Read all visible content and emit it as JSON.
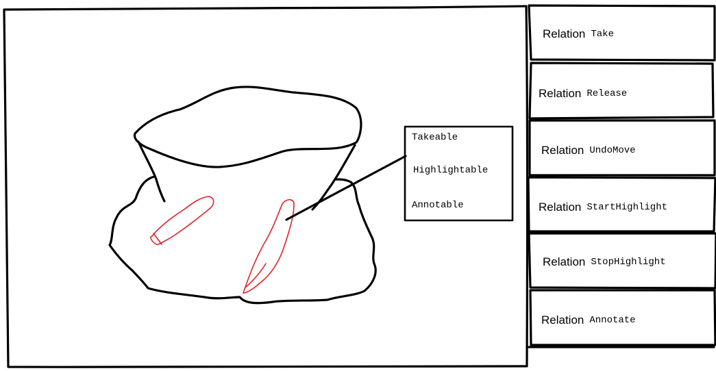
{
  "colors": {
    "ink": "#000000",
    "highlight": "#e0202a",
    "background": "#ffffff"
  },
  "object_label": {
    "lines": [
      "Takeable",
      "Highlightable",
      "Annotable"
    ]
  },
  "relations": [
    {
      "word": "Relation",
      "name": "Take"
    },
    {
      "word": "Relation",
      "name": "Release"
    },
    {
      "word": "Relation",
      "name": "UndoMove"
    },
    {
      "word": "Relation",
      "name": "StartHighlight"
    },
    {
      "word": "Relation",
      "name": "StopHighlight"
    },
    {
      "word": "Relation",
      "name": "Annotate"
    }
  ]
}
